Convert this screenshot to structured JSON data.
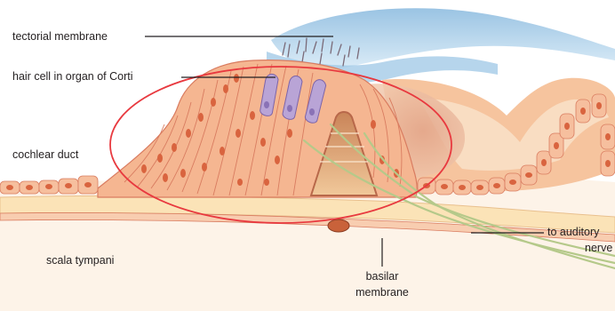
{
  "labels": {
    "tectorial_membrane": "tectorial membrane",
    "hair_cell": "hair cell in organ of Corti",
    "cochlear_duct": "cochlear duct",
    "scala_tympani": "scala tympani",
    "to_auditory_line1": "to auditory",
    "to_auditory_line2": "nerve",
    "basilar_line1": "basilar",
    "basilar_line2": "membrane"
  },
  "colors": {
    "tissue": "#f5b691",
    "tissue_dark": "#e39a78",
    "cell_outline": "#d97c60",
    "nucleus": "#d9643f",
    "hair_cell": "#b9a4d6",
    "hair_cell_outline": "#7d64a8",
    "membrane_blue": "#bcd8ef",
    "membrane_blue_dark": "#8fbde0",
    "basilar": "#fbe3b7",
    "nerve": "#b5c98a",
    "highlight_ring": "#e8393f",
    "leader_line": "#231f20"
  }
}
